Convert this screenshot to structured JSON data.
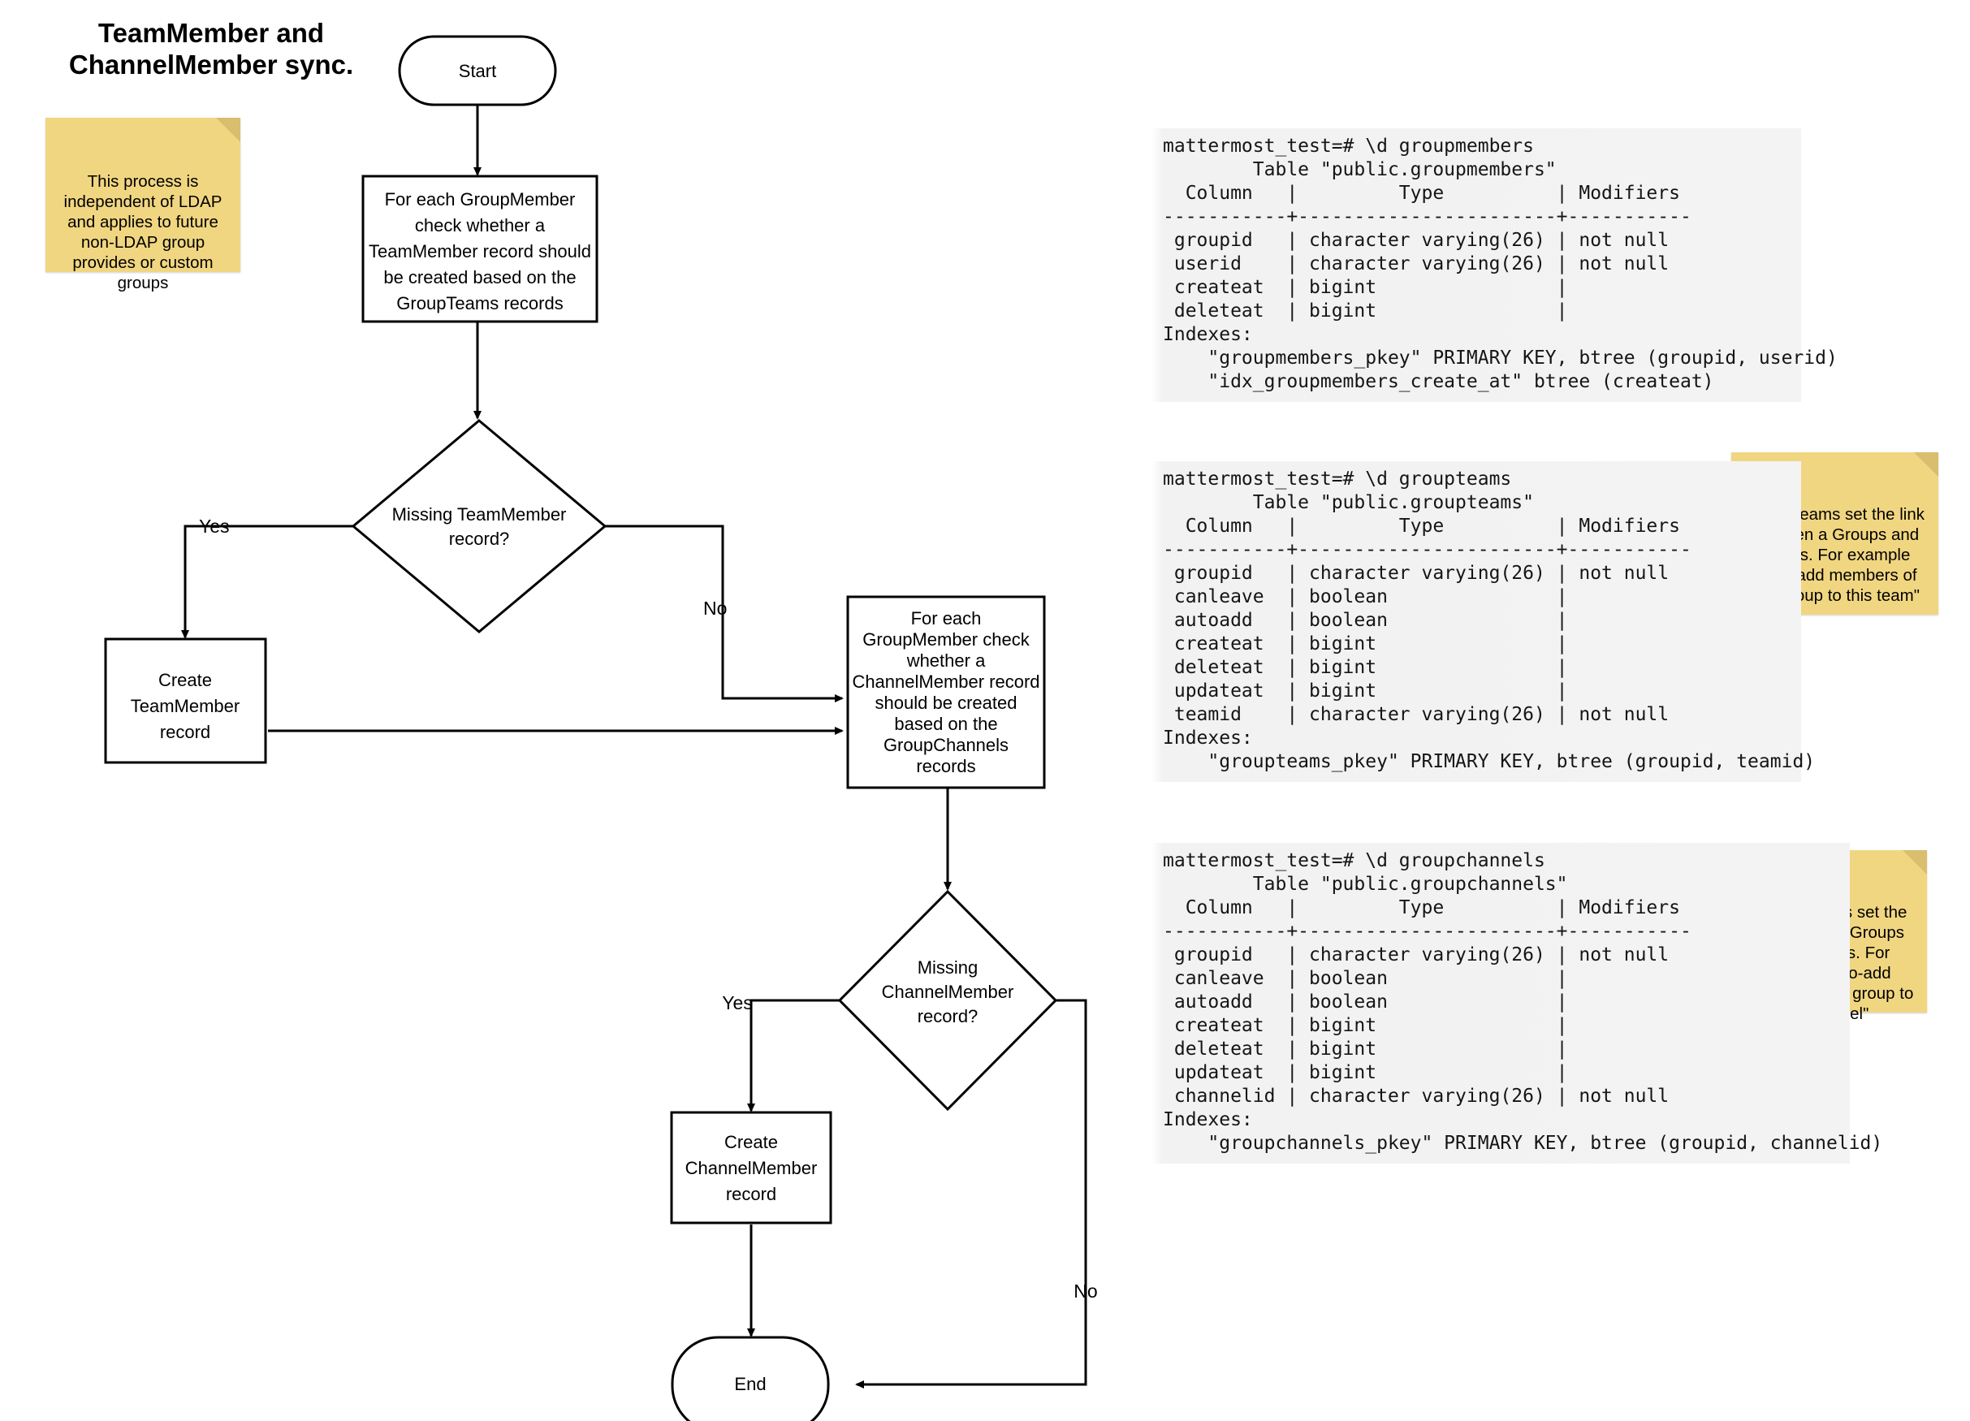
{
  "title": "TeamMember and\nChannelMember sync.",
  "notes": [
    {
      "id": "ldap",
      "text": "This process is independent of LDAP and applies to future non-LDAP group provides or custom groups"
    },
    {
      "id": "groupteams",
      "text": "GroupTeams set the link between a Groups and Teams. For example \"auto-add members of this group to this team\""
    },
    {
      "id": "groupchannels",
      "text": "GroupChannels set the link between a Groups and Channels. For example \"auto-add members of this group to this channel\""
    }
  ],
  "flow": {
    "start": "Start",
    "process_teammember": "For each GroupMember check whether a TeamMember record should be created based on the GroupTeams records",
    "decision_teammember": "Missing TeamMember record?",
    "create_teammember": "Create TeamMember record",
    "process_channelmember": "For each GroupMember check whether a ChannelMember record should be created based on the GroupChannels records",
    "decision_channelmember": "Missing ChannelMember record?",
    "create_channelmember": "Create ChannelMember record",
    "end": "End",
    "label_yes": "Yes",
    "label_no": "No",
    "lines": {
      "process_teammember": [
        "For each GroupMember",
        "check whether a",
        "TeamMember record should",
        "be created based on the",
        "GroupTeams records"
      ],
      "decision_teammember": [
        "Missing TeamMember",
        "record?"
      ],
      "create_teammember": [
        "Create",
        "TeamMember",
        "record"
      ],
      "process_channelmember": [
        "For each",
        "GroupMember check",
        "whether a",
        "ChannelMember record",
        "should be created",
        "based on the",
        "GroupChannels",
        "records"
      ],
      "decision_channelmember": [
        "Missing",
        "ChannelMember",
        "record?"
      ],
      "create_channelmember": [
        "Create",
        "ChannelMember",
        "record"
      ]
    }
  },
  "terminals": {
    "groupmembers": "mattermost_test=# \\d groupmembers\n        Table \"public.groupmembers\"\n  Column   |         Type          | Modifiers\n-----------+-----------------------+-----------\n groupid   | character varying(26) | not null\n userid    | character varying(26) | not null\n createat  | bigint                |\n deleteat  | bigint                |\nIndexes:\n    \"groupmembers_pkey\" PRIMARY KEY, btree (groupid, userid)\n    \"idx_groupmembers_create_at\" btree (createat)",
    "groupteams": "mattermost_test=# \\d groupteams\n        Table \"public.groupteams\"\n  Column   |         Type          | Modifiers\n-----------+-----------------------+-----------\n groupid   | character varying(26) | not null\n canleave  | boolean               |\n autoadd   | boolean               |\n createat  | bigint                |\n deleteat  | bigint                |\n updateat  | bigint                |\n teamid    | character varying(26) | not null\nIndexes:\n    \"groupteams_pkey\" PRIMARY KEY, btree (groupid, teamid)",
    "groupchannels": "mattermost_test=# \\d groupchannels\n        Table \"public.groupchannels\"\n  Column   |         Type          | Modifiers\n-----------+-----------------------+-----------\n groupid   | character varying(26) | not null\n canleave  | boolean               |\n autoadd   | boolean               |\n createat  | bigint                |\n deleteat  | bigint                |\n updateat  | bigint                |\n channelid | character varying(26) | not null\nIndexes:\n    \"groupchannels_pkey\" PRIMARY KEY, btree (groupid, channelid)"
  },
  "colors": {
    "sticky": "#F1D681",
    "sticky_fold": "#D8BE6E",
    "terminal_bg": "#F3F3F3",
    "stroke": "#000000"
  }
}
